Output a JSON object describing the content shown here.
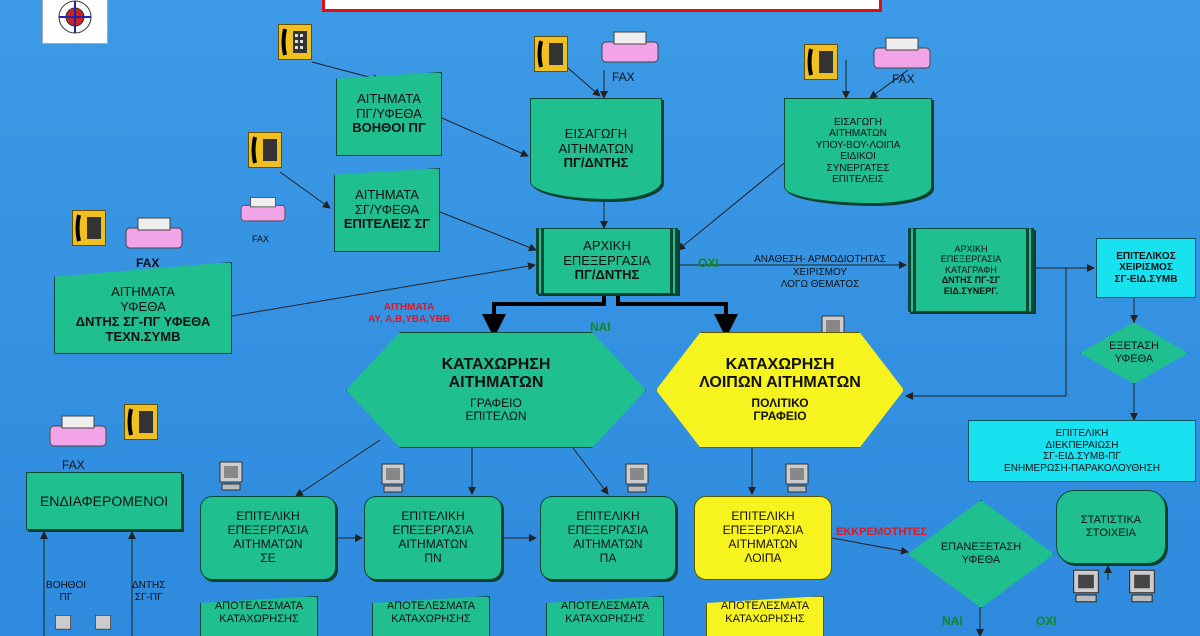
{
  "colors": {
    "background": "#2e8add",
    "green_box": "#1fbf8f",
    "yellow_box": "#f7f31e",
    "cyan_box": "#19e2f0",
    "red_label": "#e8141e",
    "green_label": "#0f8a1c"
  },
  "icons": {
    "phone": "phone-icon",
    "fax": "fax-icon",
    "computer": "computer-icon",
    "logo": "logo-icon"
  },
  "nodes": {
    "req_pg": [
      "ΑΙΤΗΜΑΤΑ",
      "ΠΓ/ΥΦΕΘΑ",
      "ΒΟΗΘΟΙ ΠΓ"
    ],
    "req_sg": [
      "ΑΙΤΗΜΑΤΑ",
      "ΣΓ/ΥΦΕΘΑ",
      "ΕΠΙΤΕΛΕΙΣ ΣΓ"
    ],
    "req_yfetha": [
      "ΑΙΤΗΜΑΤΑ",
      "ΥΦΕΘΑ",
      "ΔΝΤΗΣ ΣΓ-ΠΓ ΥΦΕΘΑ",
      "ΤΕΧΝ.ΣΥΜΒ"
    ],
    "entry_pg": [
      "ΕΙΣΑΓΩΓΗ",
      "ΑΙΤΗΜΑΤΩΝ",
      "ΠΓ/ΔΝΤΗΣ"
    ],
    "entry_other": [
      "ΕΙΣΑΓΩΓΗ",
      "ΑΙΤΗΜΑΤΩΝ",
      "ΥΠΟΥ-ΒΟΥ-ΛΟΙΠΑ",
      "ΕΙΔΙΚΟΙ",
      "ΣΥΝΕΡΓΑΤΕΣ",
      "ΕΠΙΤΕΛΕΙΣ"
    ],
    "initial_pg": [
      "ΑΡΧΙΚΗ",
      "ΕΠΕΞΕΡΓΑΣΙΑ",
      "ΠΓ/ΔΝΤΗΣ"
    ],
    "initial_record": [
      "ΑΡΧΙΚΗ",
      "ΕΠΕΞΕΡΓΑΣΙΑ",
      "ΚΑΤΑΓΡΑΦΗ",
      "ΔΝΤΗΣ ΠΓ-ΣΓ",
      "ΕΙΔ.ΣΥΝΕΡΓ."
    ],
    "final_handling": [
      "ΕΠΙΤΕΛΙΚΟΣ",
      "ΧΕΙΡΙΣΜΟΣ",
      "ΣΓ-ΕΙΔ.ΣΥΜΒ"
    ],
    "review_yfetha": [
      "ΕΞΕΤΑΣΗ",
      "ΥΦΕΘΑ"
    ],
    "final_process": [
      "ΕΠΙΤΕΛΙΚΗ",
      "ΔΙΕΚΠΕΡΑΙΩΣΗ",
      "ΣΓ-ΕΙΔ.ΣΥΜΒ-ΠΓ",
      "ΕΝΗΜΕΡΩΣΗ-ΠΑΡΑΚΟΛΟΥΘΗΣΗ"
    ],
    "reg_staff": {
      "title": [
        "ΚΑΤΑΧΩΡΗΣΗ",
        "ΑΙΤΗΜΑΤΩΝ"
      ],
      "sub": [
        "ΓΡΑΦΕΙΟ",
        "ΕΠΙΤΕΛΩΝ"
      ]
    },
    "reg_other": {
      "title": [
        "ΚΑΤΑΧΩΡΗΣΗ",
        "ΛΟΙΠΩΝ ΑΙΤΗΜΑΤΩΝ"
      ],
      "sub": [
        "ΠΟΛΙΤΙΚΟ",
        "ΓΡΑΦΕΙΟ"
      ]
    },
    "interested": [
      "ΕΝΔΙΑΦΕΡΟΜΕΝΟΙ"
    ],
    "staff_se": [
      "ΕΠΙΤΕΛΙΚΗ",
      "ΕΠΕΞΕΡΓΑΣΙΑ",
      "ΑΙΤΗΜΑΤΩΝ",
      "ΣΕ"
    ],
    "staff_pn": [
      "ΕΠΙΤΕΛΙΚΗ",
      "ΕΠΕΞΕΡΓΑΣΙΑ",
      "ΑΙΤΗΜΑΤΩΝ",
      "ΠΝ"
    ],
    "staff_pa": [
      "ΕΠΙΤΕΛΙΚΗ",
      "ΕΠΕΞΕΡΓΑΣΙΑ",
      "ΑΙΤΗΜΑΤΩΝ",
      "ΠΑ"
    ],
    "staff_other": [
      "ΕΠΙΤΕΛΙΚΗ",
      "ΕΠΕΞΕΡΓΑΣΙΑ",
      "ΑΙΤΗΜΑΤΩΝ",
      "ΛΟΙΠΑ"
    ],
    "reexam": [
      "ΕΠΑΝΕΞΕΤΑΣΗ",
      "ΥΦΕΘΑ"
    ],
    "stats": [
      "ΣΤΑΤΙΣΤΙΚΑ",
      "ΣΤΟΙΧΕΙΑ"
    ],
    "result_1": [
      "ΑΠΟΤΕΛΕΣΜΑΤΑ",
      "ΚΑΤΑΧΩΡΗΣΗΣ"
    ],
    "result_2": [
      "ΑΠΟΤΕΛΕΣΜΑΤΑ",
      "ΚΑΤΑΧΩΡΗΣΗΣ"
    ],
    "result_3": [
      "ΑΠΟΤΕΛΕΣΜΑΤΑ",
      "ΚΑΤΑΧΩΡΗΣΗΣ"
    ],
    "result_4": [
      "ΑΠΟΤΕΛΕΣΜΑΤΑ",
      "ΚΑΤΑΧΩΡΗΣΗΣ"
    ]
  },
  "labels": {
    "fax": "FAX",
    "oxi": "ΟΧΙ",
    "nai": "ΝΑΙ",
    "assignment": [
      "ΑΝΑΘΕΣΗ- ΑΡΜΟΔΙΟΤΗΤΑΣ",
      "ΧΕΙΡΙΣΜΟΥ",
      "ΛΟΓΩ ΘΕΜΑΤΟΣ"
    ],
    "requests_types": [
      "ΑΙΤΗΜΑΤΑ",
      "ΑΥ, Α,Β,ΥΒΑ,ΥΒΒ"
    ],
    "pending": "ΕΚΚΡΕΜΟΤΗΤΕΣ",
    "helpers_pg": [
      "ΒΟΗΘΟΙ",
      "ΠΓ"
    ],
    "director_sg": [
      "ΔΝΤΗΣ",
      "ΣΓ-ΠΓ"
    ]
  }
}
